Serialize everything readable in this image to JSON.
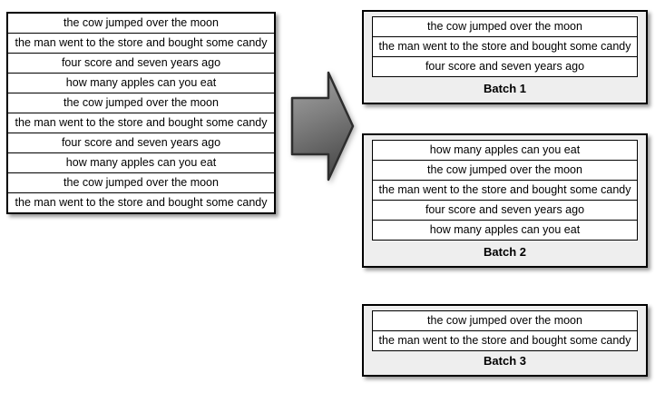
{
  "input_list": {
    "rows": [
      "the cow jumped over the moon",
      "the man went to the store and bought some candy",
      "four score and seven years ago",
      "how many apples can you eat",
      "the cow jumped over the moon",
      "the man went to the store and bought some candy",
      "four score and seven years ago",
      "how many apples can you eat",
      "the cow jumped over the moon",
      "the man went to the store and bought some candy"
    ]
  },
  "batches": [
    {
      "label": "Batch 1",
      "rows": [
        "the cow jumped over the moon",
        "the man went to the store and bought some candy",
        "four score and seven years ago"
      ]
    },
    {
      "label": "Batch 2",
      "rows": [
        "how many apples can you eat",
        "the cow jumped over the moon",
        "the man went to the store and bought some candy",
        "four score and seven years ago",
        "how many apples can you eat"
      ]
    },
    {
      "label": "Batch 3",
      "rows": [
        "the cow jumped over the moon",
        "the man went to the store and bought some candy"
      ]
    }
  ],
  "colors": {
    "batch_background": "#eeeeee",
    "row_background": "#ffffff",
    "border": "#000000",
    "text": "#000000",
    "arrow_gradient_top": "#a6a6a6",
    "arrow_gradient_bottom": "#4f4f4f",
    "arrow_stroke": "#2e2e2e"
  }
}
